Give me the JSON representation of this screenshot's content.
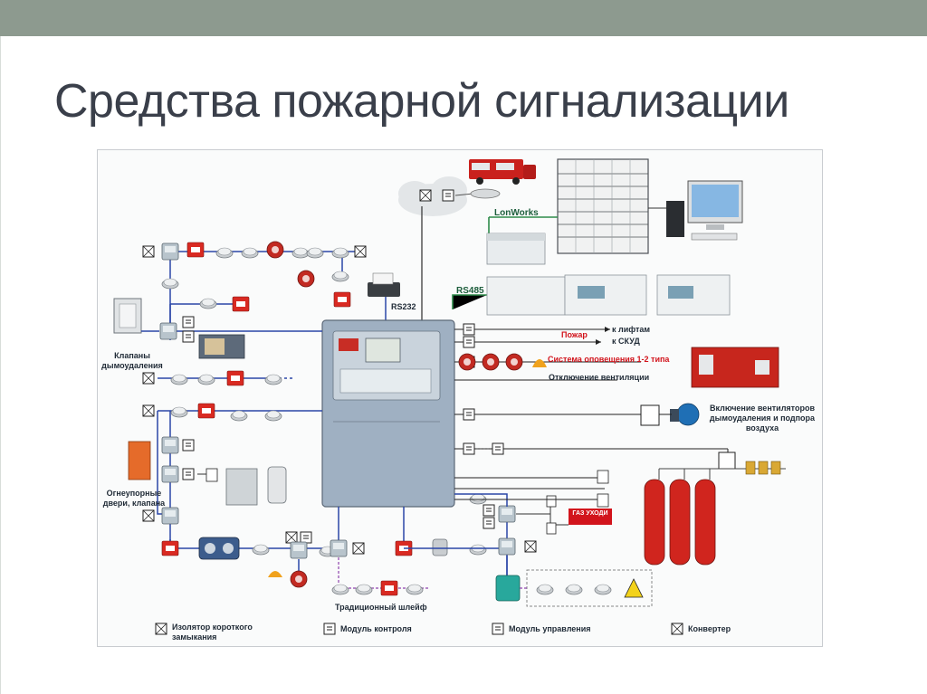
{
  "slide": {
    "title": "Средства пожарной сигнализации"
  },
  "diagram": {
    "labels": {
      "lonworks": "LonWorks",
      "rs485": "RS485",
      "rs232": "RS232",
      "lifts": "к лифтам",
      "skud": "к СКУД",
      "fire": "Пожар",
      "alert_system": "Система оповещения 1-2 типа",
      "vent_off": "Отключение вентиляции",
      "fans_on": "Включение вентиляторов дымоудаления и подпора воздуха",
      "valves": "Клапаны дымоудаления",
      "doors": "Огнеупорные двери, клапана",
      "traditional_loop": "Традиционный шлейф",
      "gas_sign": "ГАЗ УХОДИ"
    },
    "legend": [
      {
        "icon": "isolator",
        "text": "Изолятор короткого замыкания"
      },
      {
        "icon": "control",
        "text": "Модуль контроля"
      },
      {
        "icon": "manage",
        "text": "Модуль управления"
      },
      {
        "icon": "converter",
        "text": "Конвертер"
      }
    ]
  }
}
